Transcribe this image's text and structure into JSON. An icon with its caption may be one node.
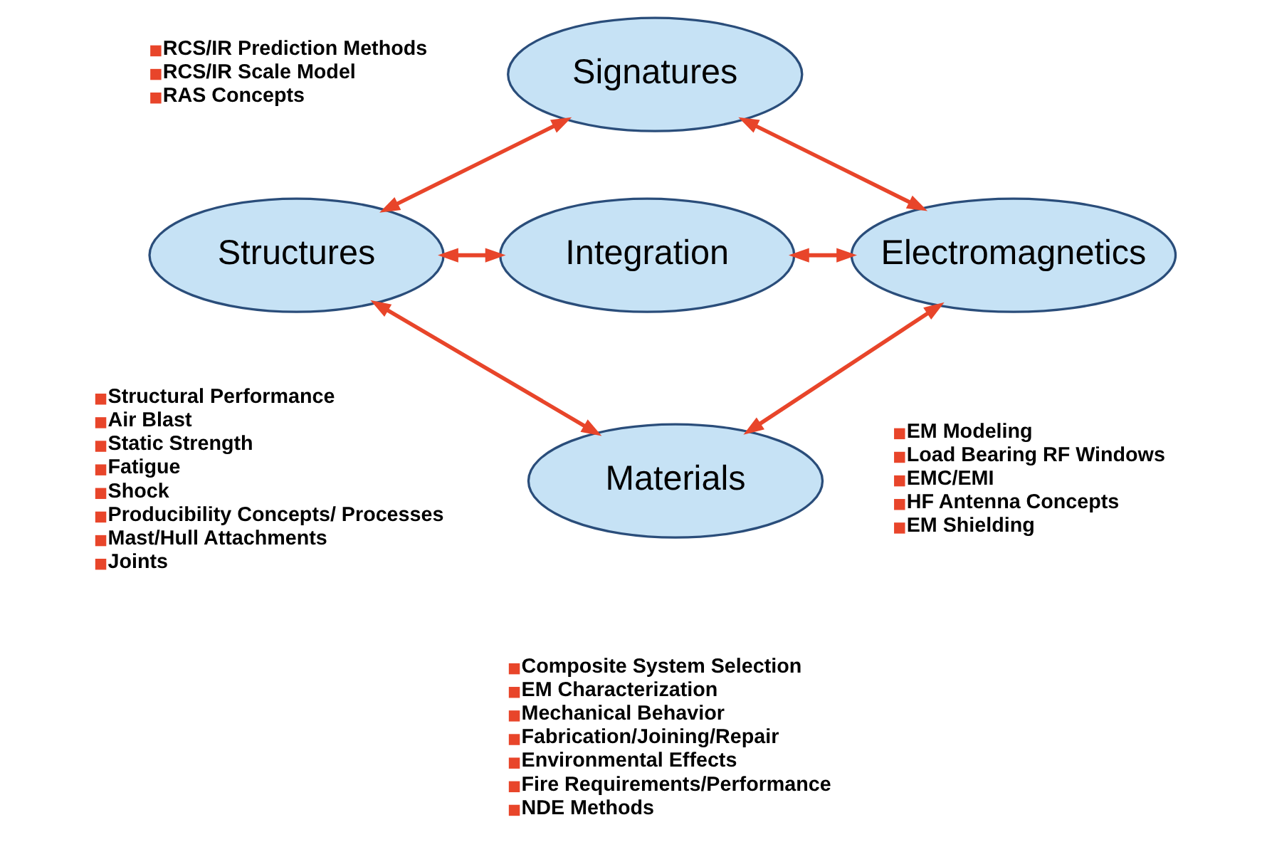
{
  "diagram": {
    "nodes": [
      {
        "text": [
          "Signatures"
        ],
        "beside": [
          "RCS/IR Prediction Methods",
          "RCS/IR Scale Model",
          "RAS Concepts"
        ]
      },
      {
        "text": [
          "Structures"
        ],
        "beside": [
          "Structural Performance",
          "Air Blast",
          "Static Strength",
          "Fatigue",
          "Shock",
          "Producibility Concepts/ Processes",
          "Mast/Hull Attachments",
          "Joints"
        ]
      },
      {
        "text": [
          "Integration"
        ]
      },
      {
        "text": [
          "Electromagnetics"
        ],
        "beside": [
          "EM Modeling",
          "Load Bearing RF Windows",
          "EMC/EMI",
          "HF Antenna Concepts",
          "EM Shielding"
        ]
      },
      {
        "text": [
          "Materials"
        ],
        "beside": [
          "Composite System Selection",
          "EM Characterization",
          "Mechanical Behavior",
          "Fabrication/Joining/Repair",
          "Environmental Effects",
          "Fire Requirements/Performance",
          "NDE Methods"
        ]
      }
    ],
    "edges": [
      {
        "from": 0,
        "to": 1,
        "arrow": "both"
      },
      {
        "from": 0,
        "to": 3,
        "arrow": "both"
      },
      {
        "from": 1,
        "to": 2,
        "arrow": "both"
      },
      {
        "from": 2,
        "to": 3,
        "arrow": "both"
      },
      {
        "from": 1,
        "to": 4,
        "arrow": "both"
      },
      {
        "from": 4,
        "to": 3,
        "arrow": "both"
      }
    ]
  }
}
